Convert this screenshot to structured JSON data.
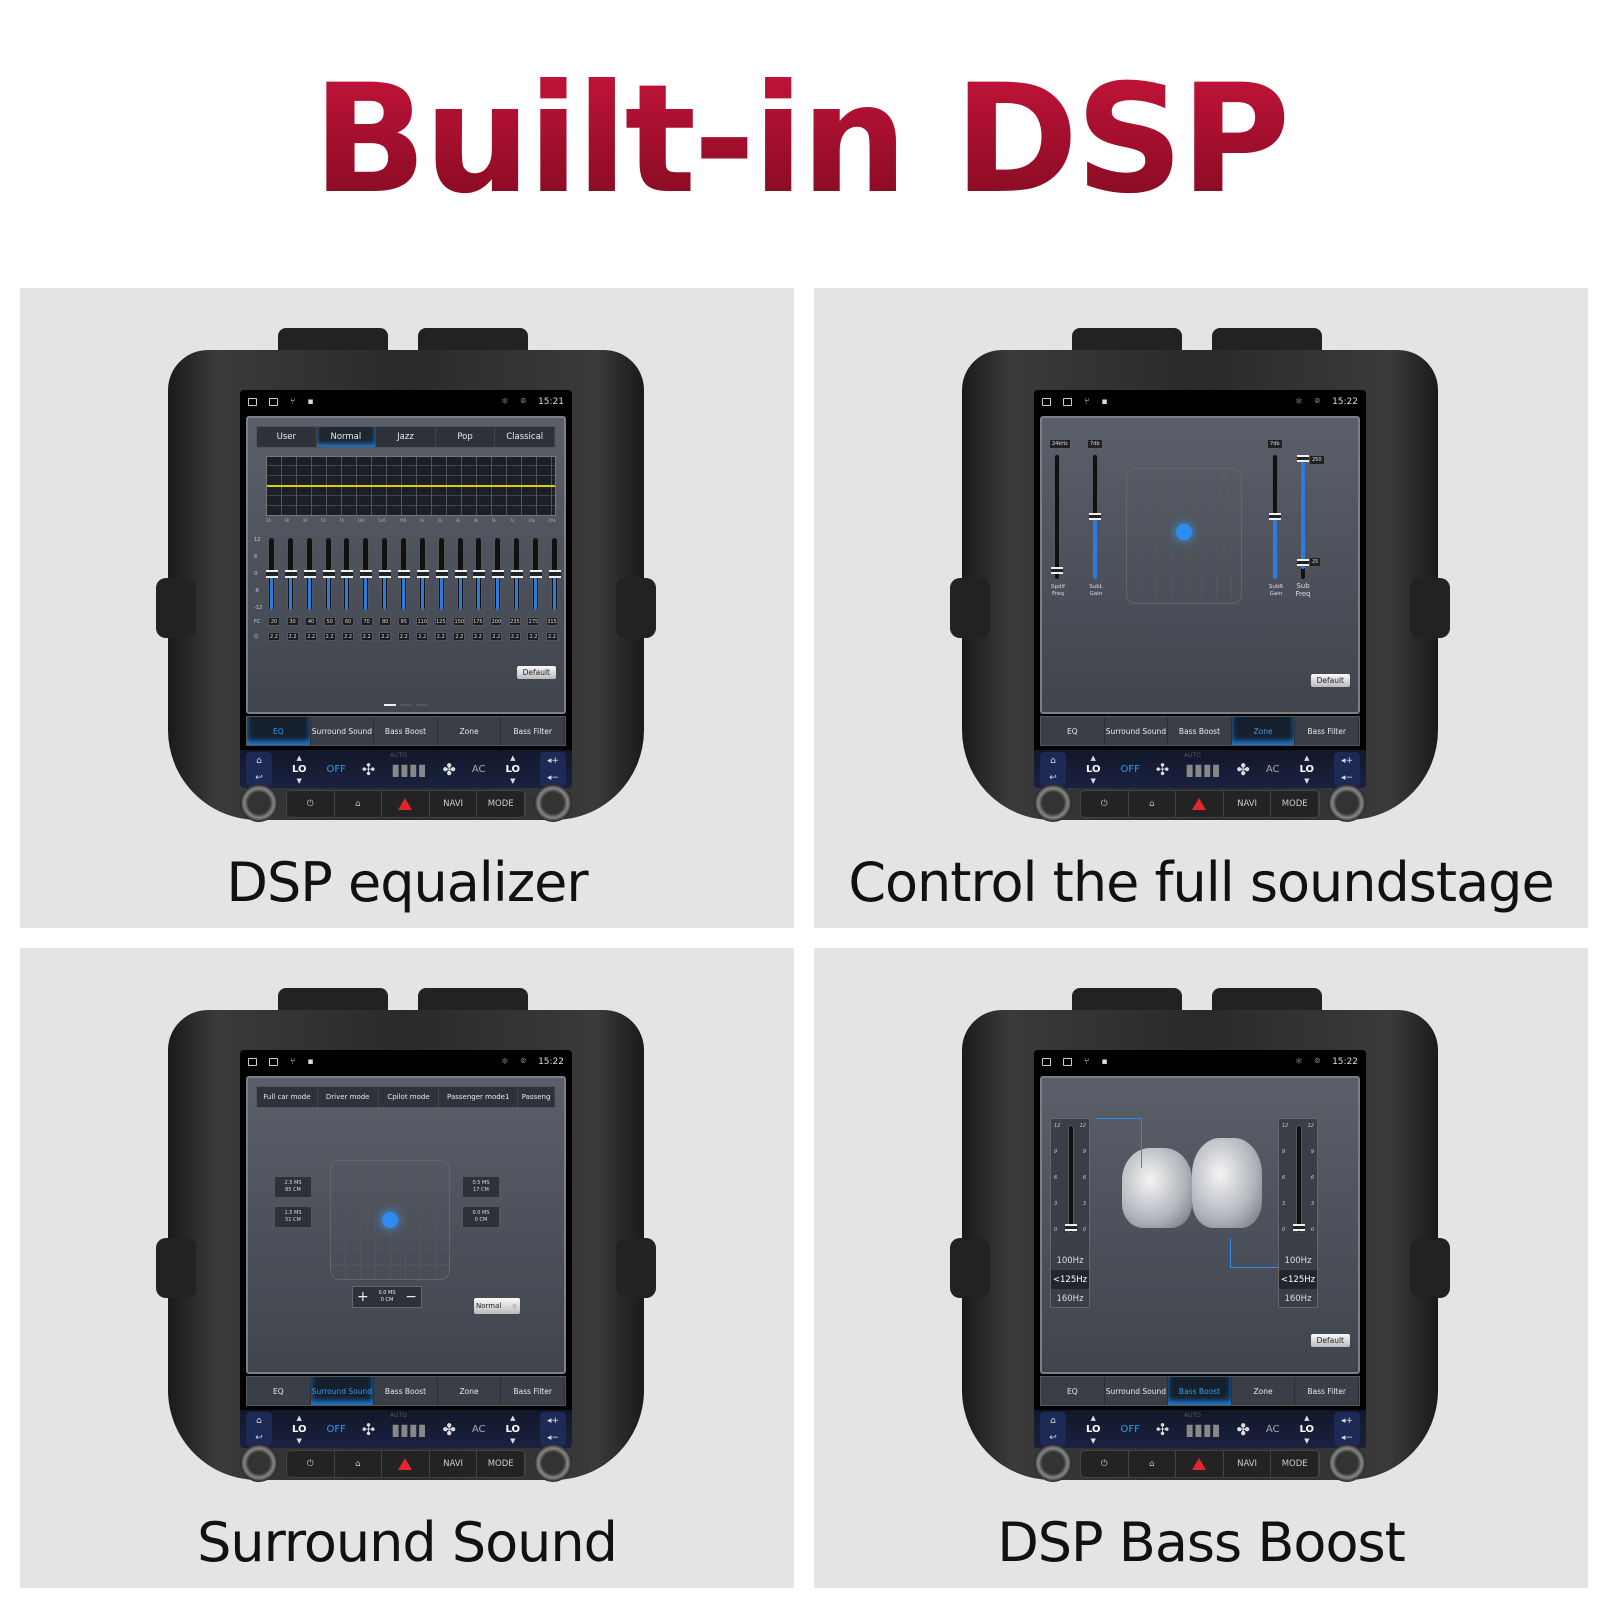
{
  "title": "Built-in DSP",
  "colors": {
    "title_top": "#c8143a",
    "title_bottom": "#7e0a20",
    "panel_bg": "#e4e4e4",
    "accent_blue": "#2e8cf0",
    "eq_curve": "#d8d000",
    "hazard_red": "#e0262e"
  },
  "panels": [
    {
      "caption": "DSP equalizer",
      "status_time": "15:21",
      "presets": [
        "User",
        "Normal",
        "Jazz",
        "Pop",
        "Classical"
      ],
      "active_preset": "Normal",
      "graph_x_labels": [
        "20",
        "30",
        "40",
        "50",
        "70",
        "100",
        "100",
        "100",
        "500",
        "700",
        "1k",
        "2k",
        "3k",
        "4k",
        "5k",
        "7k",
        "10k",
        "20k"
      ],
      "slider_y_labels": [
        "12",
        "6",
        "0",
        "-6",
        "-12"
      ],
      "fc_label": "FC",
      "fc_values": [
        "20",
        "30",
        "40",
        "50",
        "60",
        "70",
        "80",
        "95",
        "110",
        "125",
        "150",
        "175",
        "200",
        "235",
        "275",
        "315"
      ],
      "q_label": "Q",
      "q_values": [
        "2.2",
        "2.2",
        "2.2",
        "2.2",
        "2.2",
        "2.2",
        "2.2",
        "2.2",
        "2.2",
        "2.2",
        "2.2",
        "2.2",
        "2.2",
        "2.2",
        "2.2",
        "2.2"
      ],
      "default_button": "Default",
      "active_tab": "EQ"
    },
    {
      "caption": "Control the full soundstage",
      "status_time": "15:22",
      "sliders": [
        {
          "label_line1": "Spdif",
          "label_line2": "Freq",
          "tag": "24kHz"
        },
        {
          "label_line1": "SubL",
          "label_line2": "Gain",
          "tag": "7db"
        },
        {
          "label_line1": "SubR",
          "label_line2": "Gain",
          "tag": "7db"
        },
        {
          "label_line1": "Sub",
          "label_line2": "Freq",
          "tag_top": "250",
          "tag_bottom": "25"
        }
      ],
      "default_button": "Default",
      "active_tab": "Zone"
    },
    {
      "caption": "Surround Sound",
      "status_time": "15:22",
      "modes": [
        "Full car mode",
        "Driver mode",
        "Cpilot mode",
        "Passenger mode1",
        "Passeng"
      ],
      "delays": [
        {
          "ms": "2.5 MS",
          "cm": "85 CM"
        },
        {
          "ms": "1.5 MS",
          "cm": "51 CM"
        },
        {
          "ms": "0.5 MS",
          "cm": "17 CM"
        },
        {
          "ms": "0.0 MS",
          "cm": "0 CM"
        }
      ],
      "center_delay": {
        "ms": "0.0 MS",
        "cm": "0 CM",
        "plus": "+",
        "minus": "−"
      },
      "mode_select": "Normal",
      "active_tab": "Surround Sound"
    },
    {
      "caption": "DSP Bass Boost",
      "status_time": "15:22",
      "scale": [
        "12",
        "9",
        "6",
        "3",
        "0"
      ],
      "freq_options": [
        "100Hz",
        "<125Hz",
        "160Hz"
      ],
      "selected_freq": "<125Hz",
      "default_button": "Default",
      "active_tab": "Bass Boost"
    }
  ],
  "tabs": [
    "EQ",
    "Surround Sound",
    "Bass Boost",
    "Zone",
    "Bass Filter"
  ],
  "climate": {
    "left_temp": "LO",
    "right_temp": "LO",
    "fan": "OFF",
    "ac": "AC",
    "auto": "AUTO",
    "vol_up": "◂+",
    "vol_down": "◂−",
    "home": "⌂",
    "back": "↩"
  },
  "hardware_buttons": {
    "power": "⏻",
    "home": "⌂",
    "navi": "NAVI",
    "mode": "MODE"
  }
}
